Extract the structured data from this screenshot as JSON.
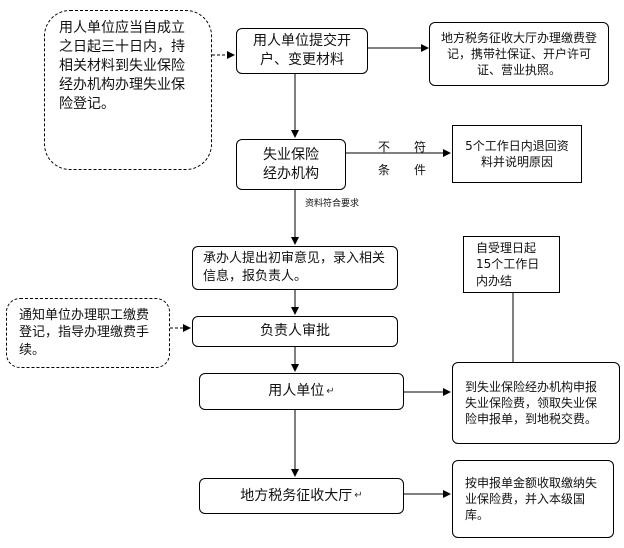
{
  "nodes": {
    "note_top": "用人单位应当自成立之日起三十日内，持相关材料到失业保险经办机构办理失业保险登记。",
    "submit": "用人单位提交开户、变更材料",
    "tax_register": "地方税务征收大厅办理缴费登记，携带社保证、开户许可证、营业执照。",
    "agency": "失业保险经办机构",
    "return_reasons": "5个工作日内退回资料并说明原因",
    "first_review": "承办人提出初审意见，录入相关信息，报负责人。",
    "deadline_note": "自受理日起15个工作日内办结",
    "notify_note": "通知单位办理职工缴费登记，指导办理缴费手续。",
    "approve": "负责人审批",
    "employer": "用人单位",
    "declare": "到失业保险经办机构申报失业保险费，领取失业保险申报单，到地税交费。",
    "tax_hall": "地方税务征收大厅",
    "collect": "按申报单金额收取缴纳失业保险费，并入本级国库。"
  },
  "edge_labels": {
    "not_met_1": "不　　符",
    "not_met_2": "条　　件",
    "met": "资料符合要求"
  },
  "marks": {
    "return": "↵"
  }
}
